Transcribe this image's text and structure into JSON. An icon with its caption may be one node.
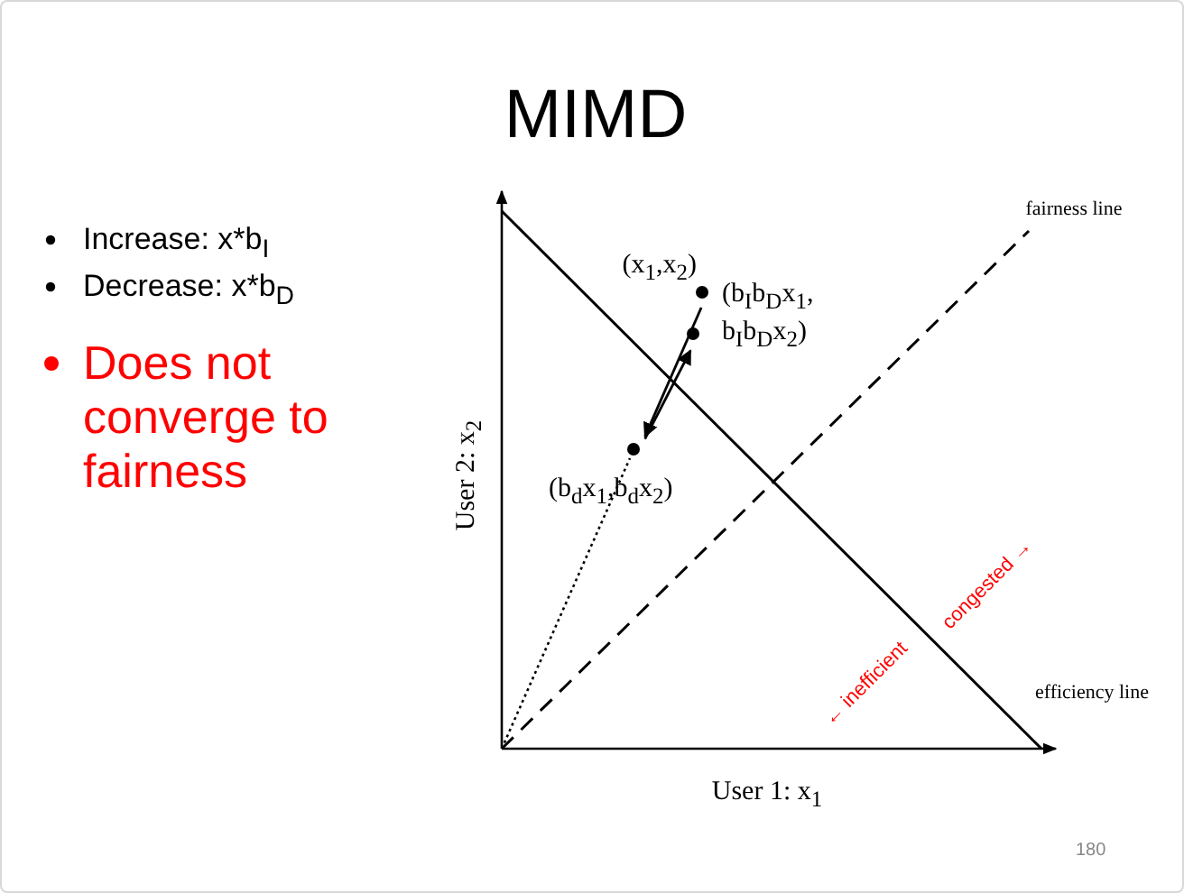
{
  "diagram": {
    "title": "MIMD",
    "nodes": [
      {
        "text": [],
        "shape": "circle",
        "beside": [
          "(x$_{1}$,x$_{2}$)"
        ]
      },
      {
        "text": [],
        "shape": "circle",
        "beside": [
          "(b$_{I}$b$_{D}$x$_{1}$, b$_{I}$b$_{D}$x$_{2}$)"
        ]
      },
      {
        "text": [],
        "shape": "circle",
        "beside": [
          "(b$_{d}$x$_{1}$,b$_{d}$x$_{2}$)"
        ]
      }
    ],
    "edges": [
      {
        "from": 0,
        "to": 2,
        "arrow": "to"
      },
      {
        "from": 2,
        "to": 1,
        "arrow": "to"
      }
    ],
    "labels": [
      "Increase: x*b$_{I}$",
      "Decrease: x*b$_{D}$",
      "Does not converge to fairness",
      "fairness line",
      "User 2: x$_{2}$",
      "congested →",
      "← inefficient",
      "efficiency line",
      "User 1: x$_{1}$",
      "180"
    ]
  }
}
